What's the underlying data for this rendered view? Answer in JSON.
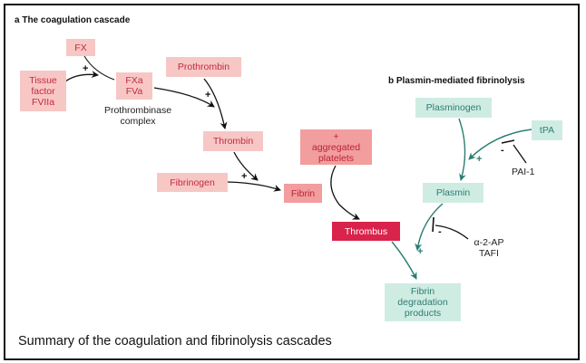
{
  "panel_a": {
    "heading": "a  The coagulation cascade",
    "nodes": {
      "fx": "FX",
      "tissue_factor": [
        "Tissue",
        "factor",
        "FVIIa"
      ],
      "fxa_fva": [
        "FXa",
        "FVa"
      ],
      "prothrombinase": [
        "Prothrombinase",
        "complex"
      ],
      "prothrombin": "Prothrombin",
      "thrombin": "Thrombin",
      "fibrinogen": "Fibrinogen",
      "fibrin": "Fibrin",
      "platelets": [
        "+",
        "aggregated",
        "platelets"
      ],
      "thrombus": "Thrombus"
    },
    "signs": {
      "plus": "+"
    }
  },
  "panel_b": {
    "heading": "b  Plasmin-mediated fibrinolysis",
    "nodes": {
      "plasminogen": "Plasminogen",
      "tpa": "tPA",
      "pai1": "PAI-1",
      "plasmin": "Plasmin",
      "inhibitors": [
        "α-2-AP",
        "TAFI"
      ],
      "fdp": [
        "Fibrin",
        "degradation",
        "products"
      ]
    },
    "signs": {
      "plus": "+",
      "minus": "-"
    }
  },
  "caption": "Summary of the coagulation and fibrinolysis cascades",
  "colors": {
    "light_pink": "#f7c7c5",
    "medium_pink": "#f29d9e",
    "crimson": "#d9234a",
    "teal_fill": "#cfece3",
    "teal_line": "#2a7c72",
    "black_line": "#111111"
  }
}
